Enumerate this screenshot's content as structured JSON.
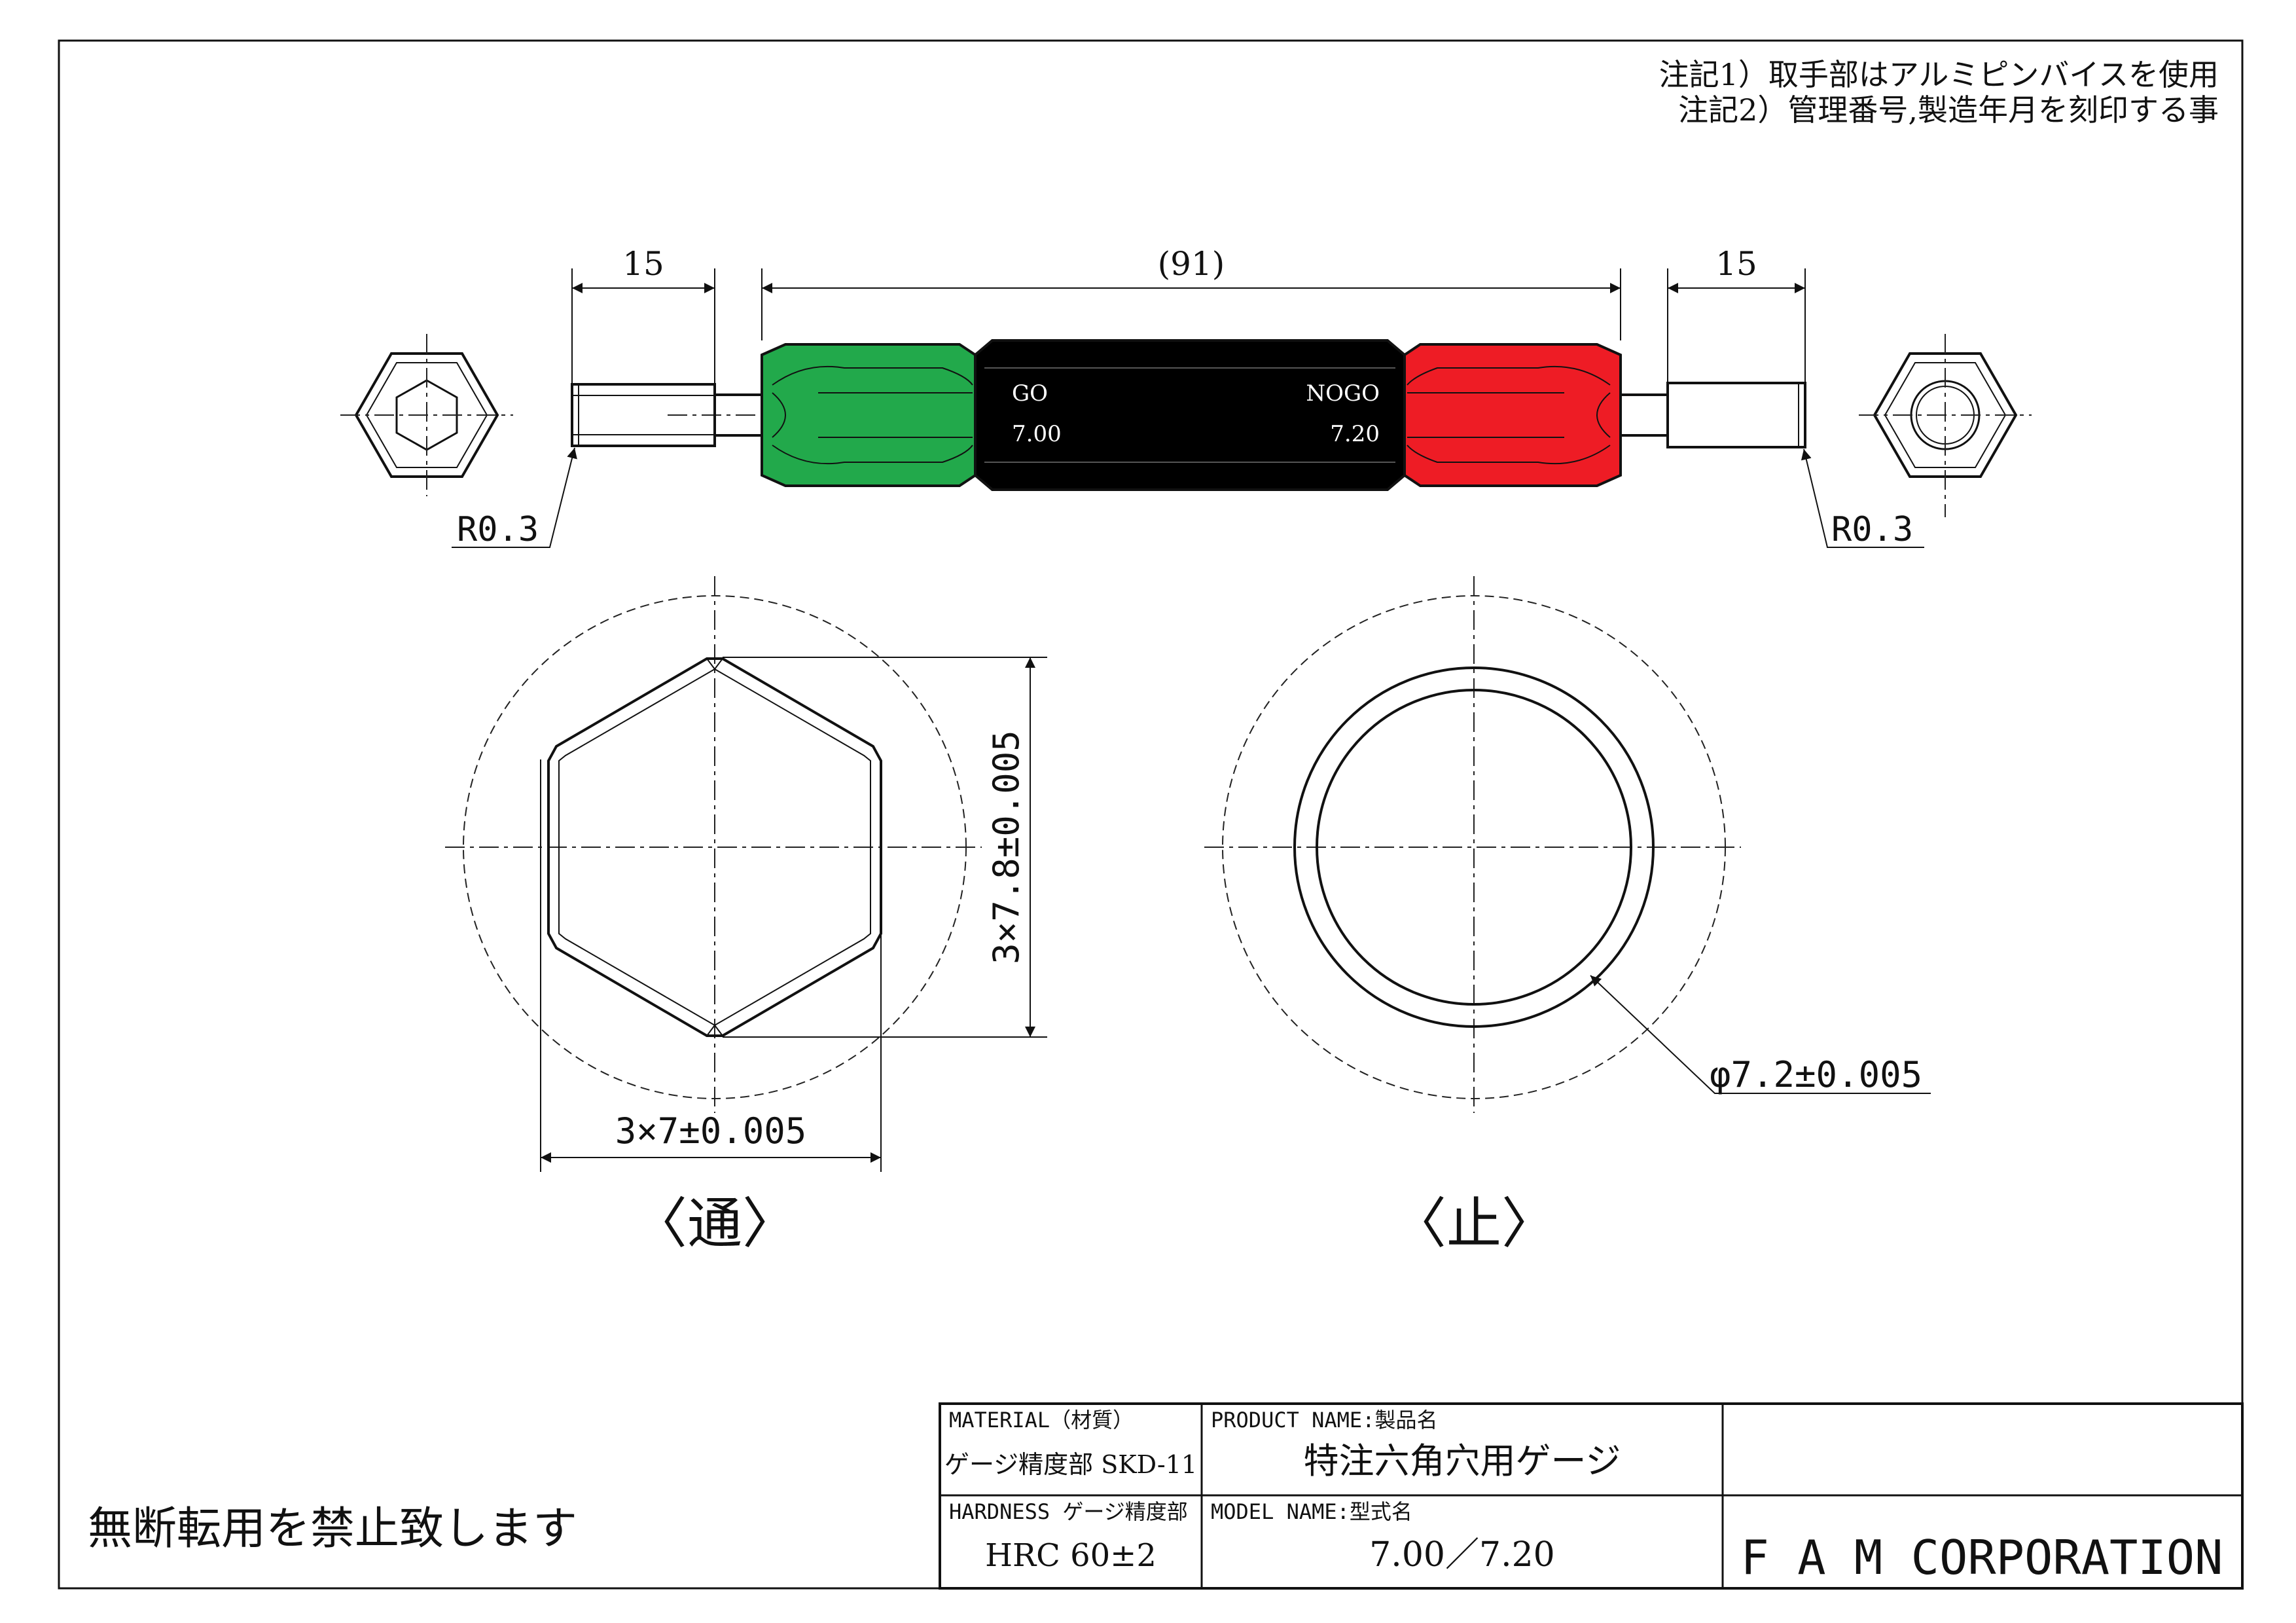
{
  "notes": [
    "注記1）取手部はアルミピンバイスを使用",
    "注記2）管理番号,製造年月を刻印する事"
  ],
  "dimensions": {
    "left_length": "15",
    "overall_length": "(91)",
    "right_length": "15",
    "left_radius": "R0.3",
    "right_radius": "R0.3",
    "hex_height": "3×7.8±0.005",
    "hex_width": "3×7±0.005",
    "round_diameter": "φ7.2±0.005"
  },
  "gauge_labels": {
    "go": "GO",
    "go_size": "7.00",
    "nogo": "NOGO",
    "nogo_size": "7.20"
  },
  "view_labels": {
    "go_view": "〈通〉",
    "nogo_view": "〈止〉"
  },
  "colors": {
    "go_handle": "#22a94b",
    "body": "#000000",
    "nogo_handle": "#ee1c25"
  },
  "title_block": {
    "material_header": "MATERIAL（材質）",
    "material_value": "ゲージ精度部 SKD-11",
    "product_header": "PRODUCT NAME:製品名",
    "product_value": "特注六角穴用ゲージ",
    "hardness_header": "HARDNESS ゲージ精度部",
    "hardness_value": "HRC 60±2",
    "model_header": "MODEL NAME:型式名",
    "model_value": "7.00／7.20",
    "company": "F A M CORPORATION"
  },
  "copyright_notice": "無断転用を禁止致します"
}
